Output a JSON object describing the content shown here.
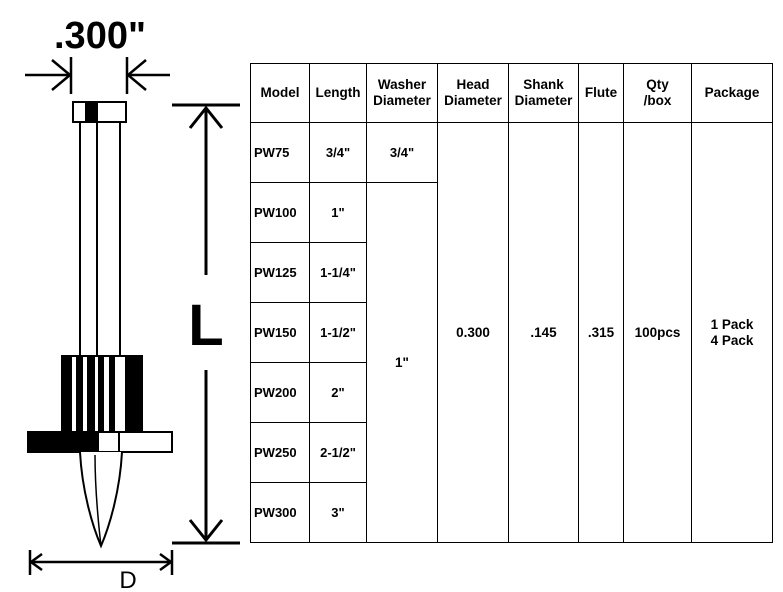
{
  "diagram": {
    "width_label": ".300\"",
    "length_label": "L",
    "diameter_label": "D"
  },
  "table": {
    "headers": {
      "model": "Model",
      "length": "Length",
      "washer_diameter_line1": "Washer",
      "washer_diameter_line2": "Diameter",
      "head_diameter_line1": "Head",
      "head_diameter_line2": "Diameter",
      "shank_diameter_line1": "Shank",
      "shank_diameter_line2": "Diameter",
      "flute": "Flute",
      "qty_line1": "Qty",
      "qty_line2": "/box",
      "package": "Package"
    },
    "rows": [
      {
        "model": "PW75",
        "length": "3/4\""
      },
      {
        "model": "PW100",
        "length": "1\""
      },
      {
        "model": "PW125",
        "length": "1-1/4\""
      },
      {
        "model": "PW150",
        "length": "1-1/2\""
      },
      {
        "model": "PW200",
        "length": "2\""
      },
      {
        "model": "PW250",
        "length": "2-1/2\""
      },
      {
        "model": "PW300",
        "length": "3\""
      }
    ],
    "washer_diameter_first": "3/4\"",
    "washer_diameter_rest": "1\"",
    "head_diameter": "0.300",
    "shank_diameter": ".145",
    "flute": ".315",
    "qty_per_box": "100pcs",
    "package_line1": "1 Pack",
    "package_line2": "4 Pack"
  }
}
